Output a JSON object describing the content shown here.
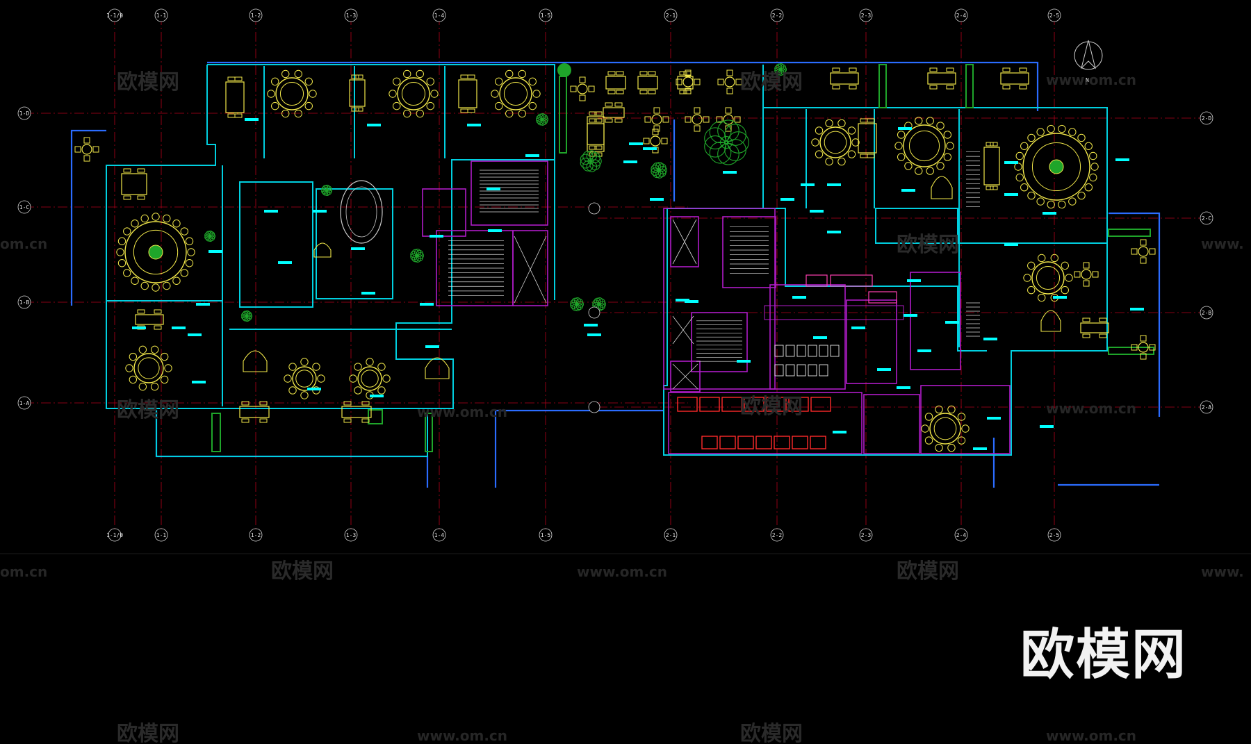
{
  "drawing": {
    "grid_labels_x": [
      "1-1/0",
      "1-1",
      "1-2",
      "1-3",
      "1-4",
      "1-5",
      "2-1",
      "2-2",
      "2-3",
      "2-4",
      "2-5"
    ],
    "grid_labels_y": [
      "1-D",
      "1-C",
      "1-B",
      "1-A",
      "2-D",
      "2-C",
      "2-B",
      "2-A"
    ],
    "north_label": "N"
  },
  "watermark": {
    "brand_cn": "欧模网",
    "url": "www.om.cn",
    "url_fragment": "om.cn",
    "url_fragment_right": "www."
  },
  "colors": {
    "background": "#000000",
    "grid": "#b3001a",
    "walls": "#00d0e0",
    "partitions": "#b01cc8",
    "furniture": "#f2e84a",
    "labels": "#00ffff",
    "plants": "#1fa52a",
    "outline": "#2b6cff",
    "fixtures": "#ff2a2a"
  }
}
